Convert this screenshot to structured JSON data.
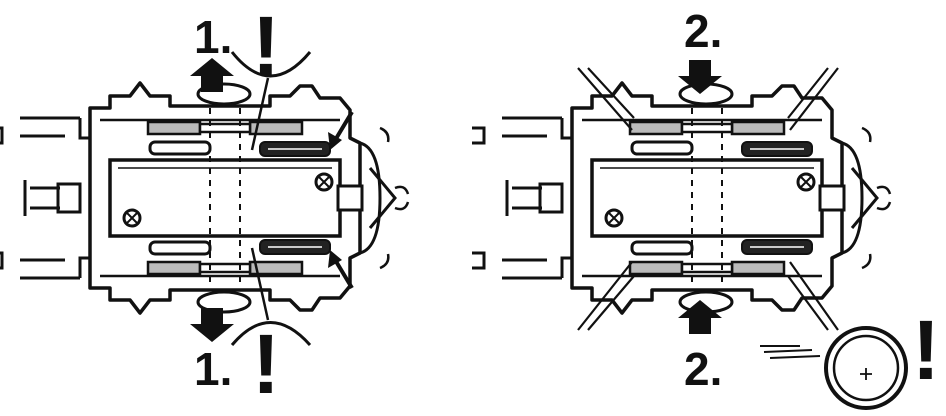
{
  "labels": {
    "step1_top": "1.",
    "step1_bottom": "1.",
    "step2_top": "2.",
    "step2_bottom": "2.",
    "caution_1": "!",
    "caution_2": "!",
    "caution_3": "!"
  },
  "colors": {
    "ink": "#111111",
    "gray_part": "#bbbbbb",
    "background": "#ffffff"
  },
  "icons": {
    "arrow": "arrow-icon",
    "screw": "screw-icon",
    "contact_spring": "contact-spring-icon"
  }
}
